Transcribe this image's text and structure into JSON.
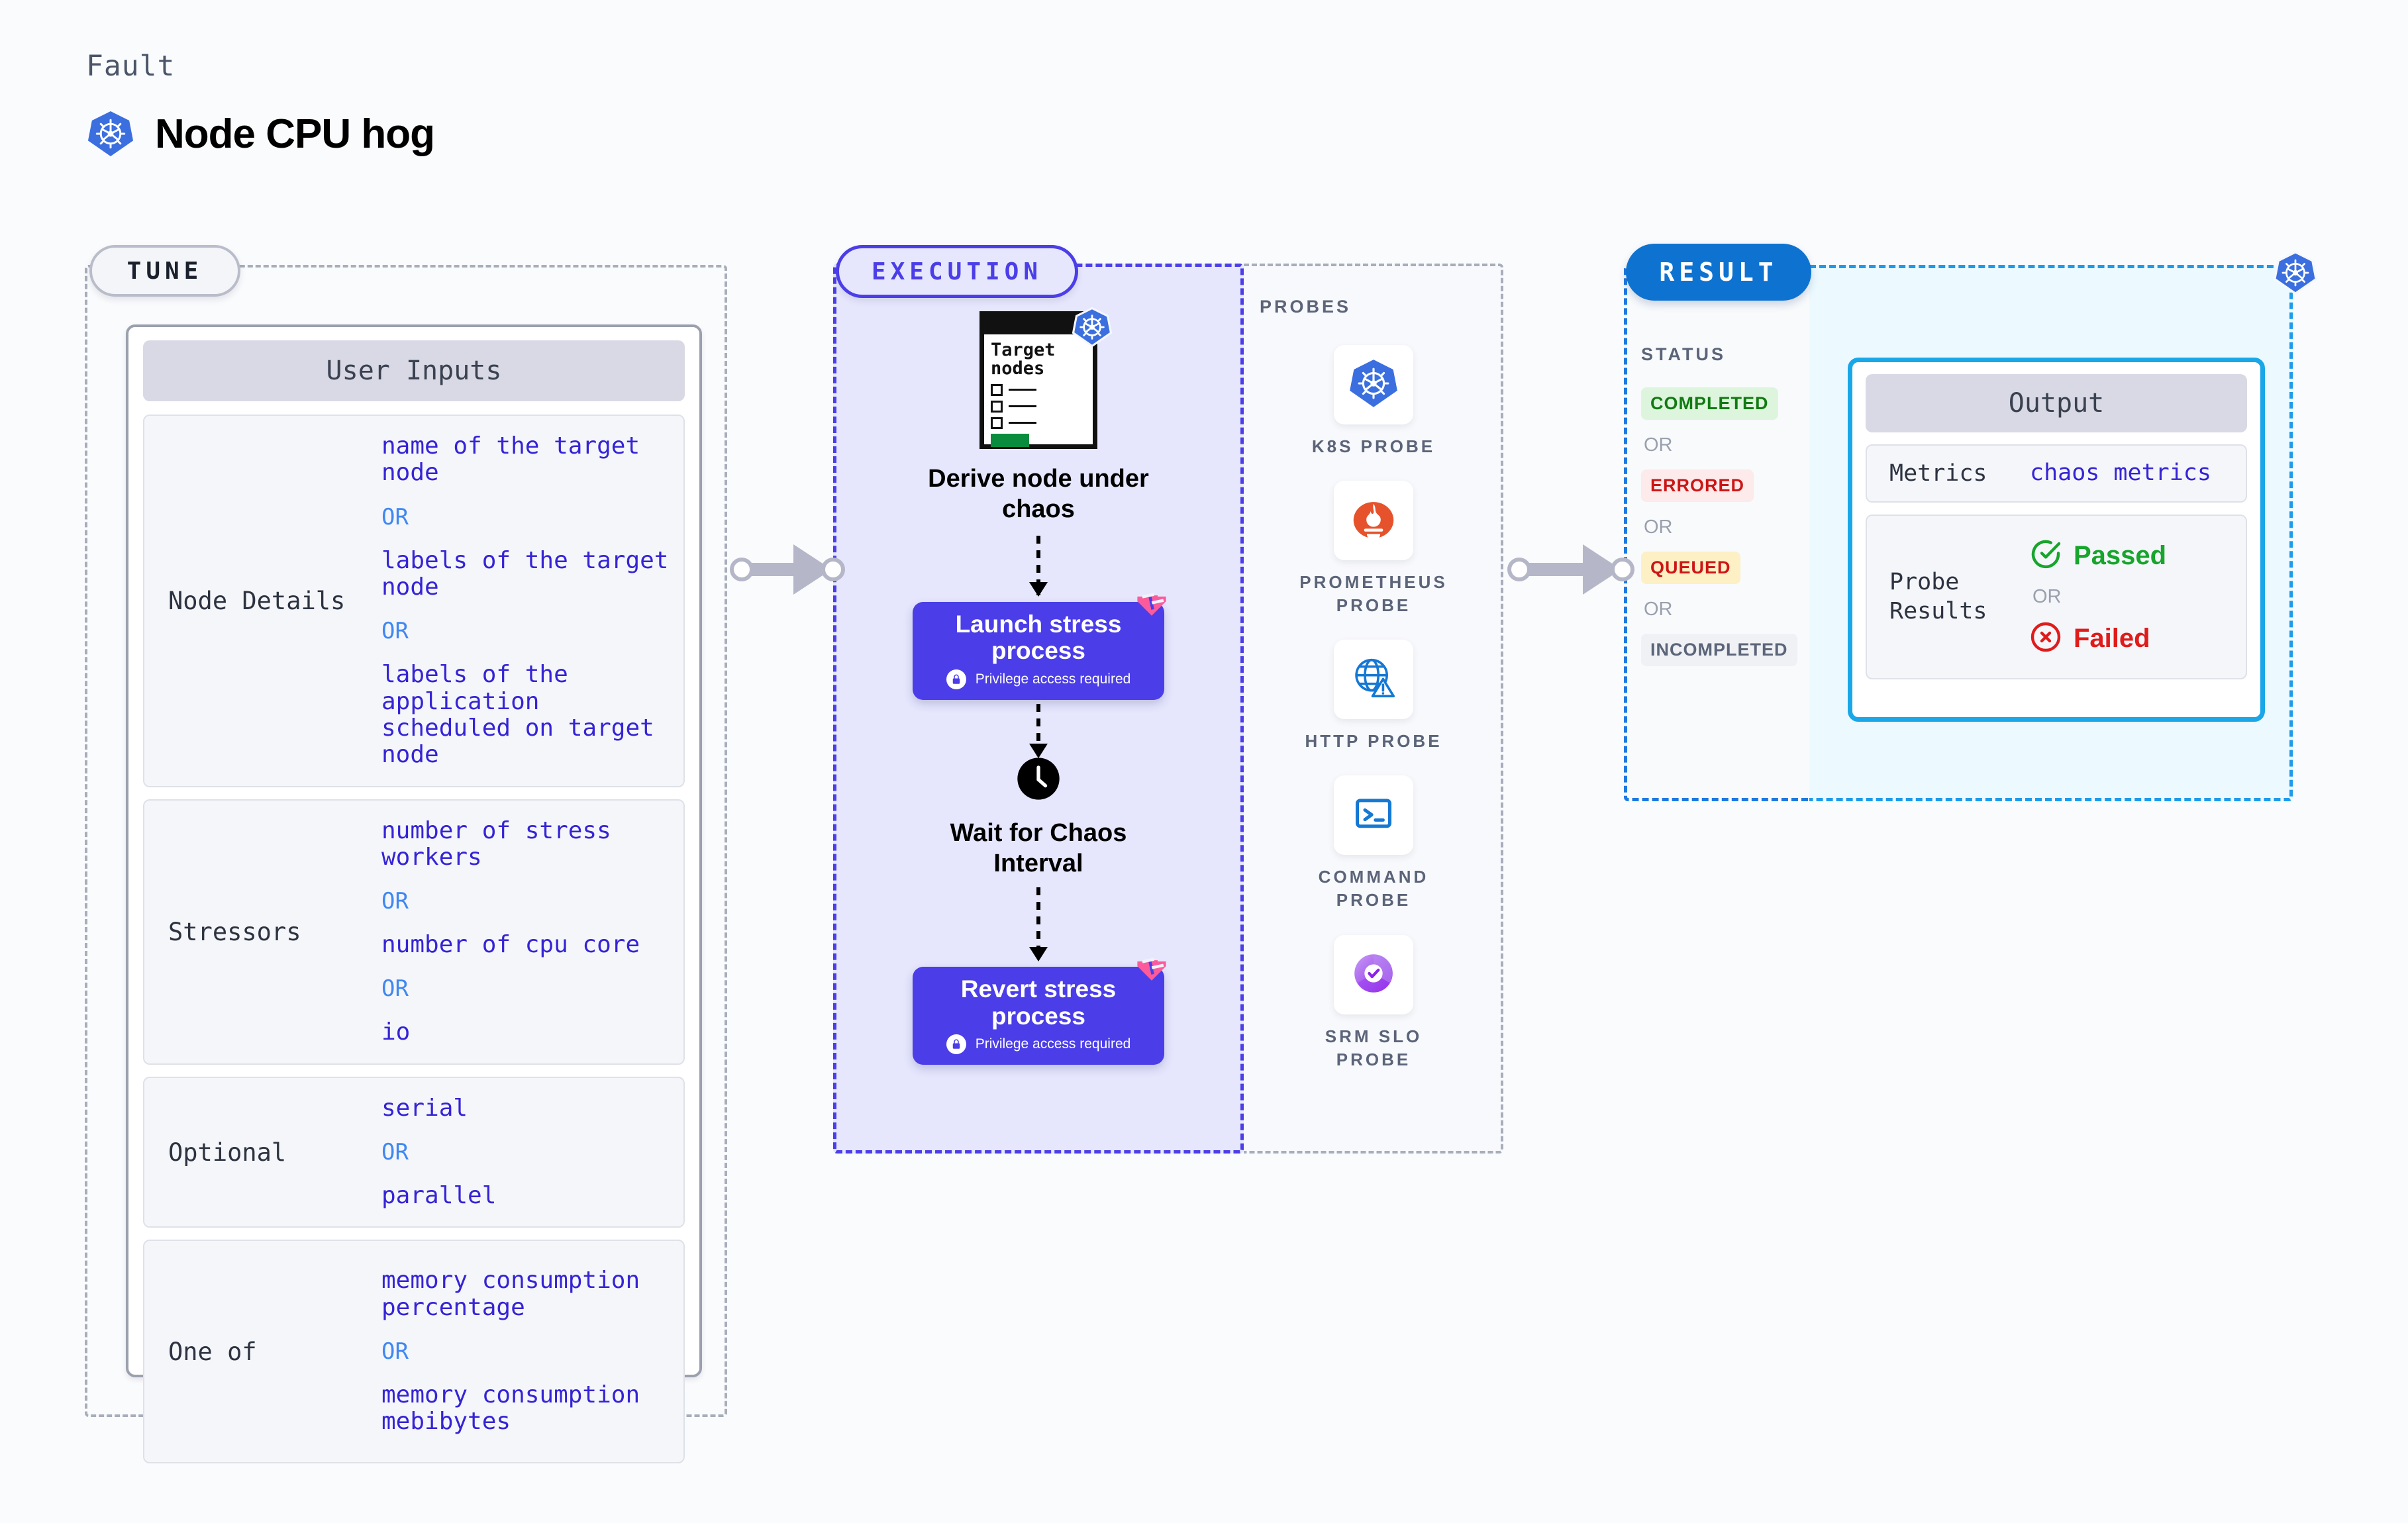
{
  "header": {
    "kicker": "Fault",
    "title": "Node CPU hog",
    "logo_icon": "kubernetes-icon"
  },
  "colors": {
    "tune_accent": "#b9bcc9",
    "execution_accent": "#4b3ee8",
    "result_accent": "#0e73d0",
    "output_accent": "#1e9bea",
    "value_text": "#3524d6",
    "or_text": "#3f88f2",
    "passed": "#17a52c",
    "failed": "#e01b1b",
    "completed_bg": "#ddf5dd",
    "errored_bg": "#fdeaea",
    "queued_bg": "#fdf0c4",
    "incompleted_bg": "#eff1f5"
  },
  "tune": {
    "badge": "TUNE",
    "card_title": "User Inputs",
    "or_label": "OR",
    "rows": [
      {
        "label": "Node Details",
        "values": [
          "name of the target node",
          "labels of the target node",
          "labels of the application\n scheduled on target node"
        ]
      },
      {
        "label": "Stressors",
        "values": [
          "number of stress workers",
          "number of cpu core",
          "io"
        ]
      },
      {
        "label": "Optional",
        "values": [
          "serial",
          "parallel"
        ]
      },
      {
        "label": "One of",
        "values": [
          "memory consumption percentage",
          "memory consumption mebibytes"
        ]
      }
    ]
  },
  "execution": {
    "badge": "EXECUTION",
    "steps": [
      {
        "kind": "document",
        "doc_title": "Target nodes",
        "caption": "Derive node under chaos",
        "icon": "kubernetes-icon"
      },
      {
        "kind": "action",
        "title": "Launch stress process",
        "note": "Privilege access required",
        "note_icon": "lock-icon",
        "corner_icon": "harness-icon"
      },
      {
        "kind": "wait",
        "caption": "Wait for Chaos Interval",
        "icon": "clock-icon"
      },
      {
        "kind": "action",
        "title": "Revert stress process",
        "note": "Privilege access required",
        "note_icon": "lock-icon",
        "corner_icon": "harness-icon"
      }
    ]
  },
  "probes": {
    "title": "PROBES",
    "items": [
      {
        "label": "K8S PROBE",
        "icon": "kubernetes-icon"
      },
      {
        "label": "PROMETHEUS PROBE",
        "icon": "prometheus-icon"
      },
      {
        "label": "HTTP PROBE",
        "icon": "globe-warning-icon"
      },
      {
        "label": "COMMAND PROBE",
        "icon": "terminal-icon"
      },
      {
        "label": "SRM SLO PROBE",
        "icon": "srm-slo-icon"
      }
    ]
  },
  "result": {
    "badge": "RESULT",
    "status_title": "STATUS",
    "or_label": "OR",
    "statuses": [
      {
        "label": "COMPLETED",
        "tone": "completed"
      },
      {
        "label": "ERRORED",
        "tone": "errored"
      },
      {
        "label": "QUEUED",
        "tone": "queued"
      },
      {
        "label": "INCOMPLETED",
        "tone": "incompleted"
      }
    ]
  },
  "output": {
    "card_title": "Output",
    "corner_icon": "kubernetes-icon",
    "or_label": "OR",
    "rows": [
      {
        "label": "Metrics",
        "value": "chaos metrics"
      },
      {
        "label": "Probe Results",
        "pass": "Passed",
        "fail": "Failed"
      }
    ]
  }
}
